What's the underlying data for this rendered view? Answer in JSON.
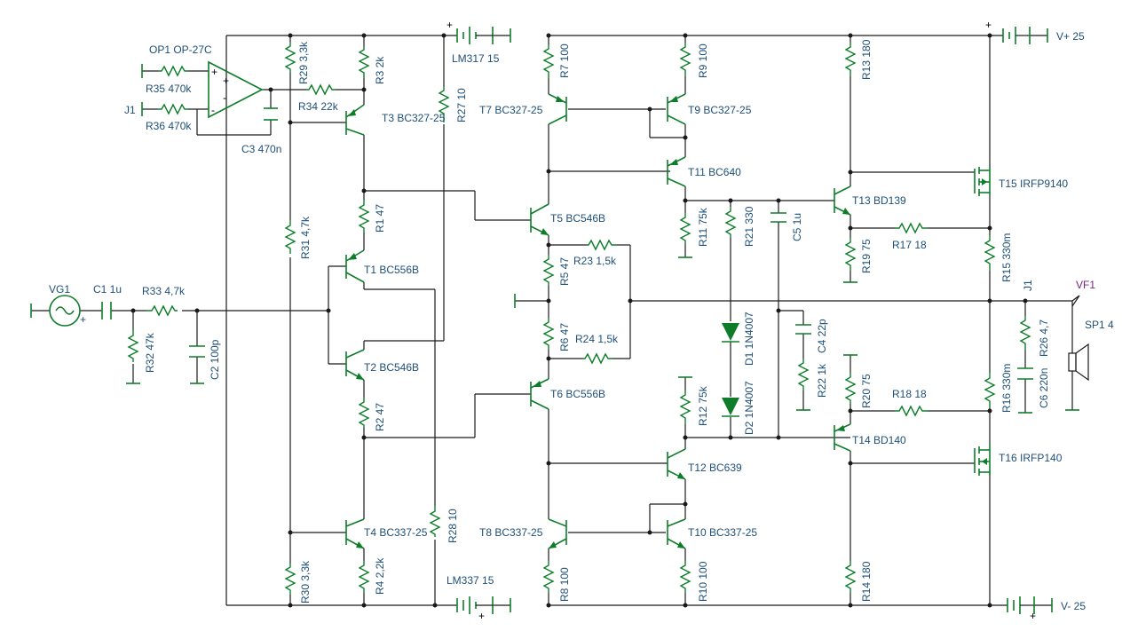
{
  "labels": {
    "op1": "OP1 OP-27C",
    "r29": "R29 3,3k",
    "r3": "R3 2k",
    "lm317": "LM317 15",
    "r27": "R27 10",
    "r35": "R35 470k",
    "r34": "R34 22k",
    "r36": "R36 470k",
    "j1_in": "J1",
    "c3": "C3 470n",
    "t3": "T3 BC327-25",
    "r1": "R1 47",
    "r31": "R31 4,7k",
    "t1": "T1 BC556B",
    "vg1": "VG1",
    "c1": "C1 1u",
    "r33": "R33 4,7k",
    "r32": "R32 47k",
    "c2": "C2 100p",
    "t2": "T2 BC546B",
    "r2": "R2 47",
    "t4": "T4 BC337-25",
    "r28": "R28 10",
    "r30": "R30 3,3k",
    "r4": "R4 2,2k",
    "lm337": "LM337 15",
    "r7": "R7 100",
    "t7": "T7 BC327-25",
    "r9": "R9 100",
    "t9": "T9 BC327-25",
    "t11": "T11 BC640",
    "t5": "T5 BC546B",
    "r11": "R11 75k",
    "r21": "R21 330",
    "c5": "C5 1u",
    "r23": "R23 1,5k",
    "r5": "R5 47",
    "r6": "R6 47",
    "r24": "R24 1,5k",
    "t6": "T6 BC556B",
    "d1": "D1 1N4007",
    "d2": "D2 1N4007",
    "c4": "C4 22p",
    "r22": "R22 1k",
    "r12": "R12 75k",
    "t12": "T12 BC639",
    "t8": "T8 BC337-25",
    "t10": "T10 BC337-25",
    "r8": "R8 100",
    "r10": "R10 100",
    "r13": "R13 180",
    "t13": "T13 BD139",
    "r17": "R17 18",
    "r19": "R19 75",
    "t15": "T15 IRFP9140",
    "r15": "R15 330m",
    "r20": "R20 75",
    "r18": "R18 18",
    "t14": "T14 BD140",
    "r16": "R16 330m",
    "t16": "T16 IRFP140",
    "r14": "R14 180",
    "j1_out": "J1",
    "vf1": "VF1",
    "sp1": "SP1 4",
    "r26": "R26 4,7",
    "c6": "C6 220n",
    "vplus": "V+ 25",
    "vminus": "V- 25",
    "plus": "+",
    "minus": "-"
  }
}
